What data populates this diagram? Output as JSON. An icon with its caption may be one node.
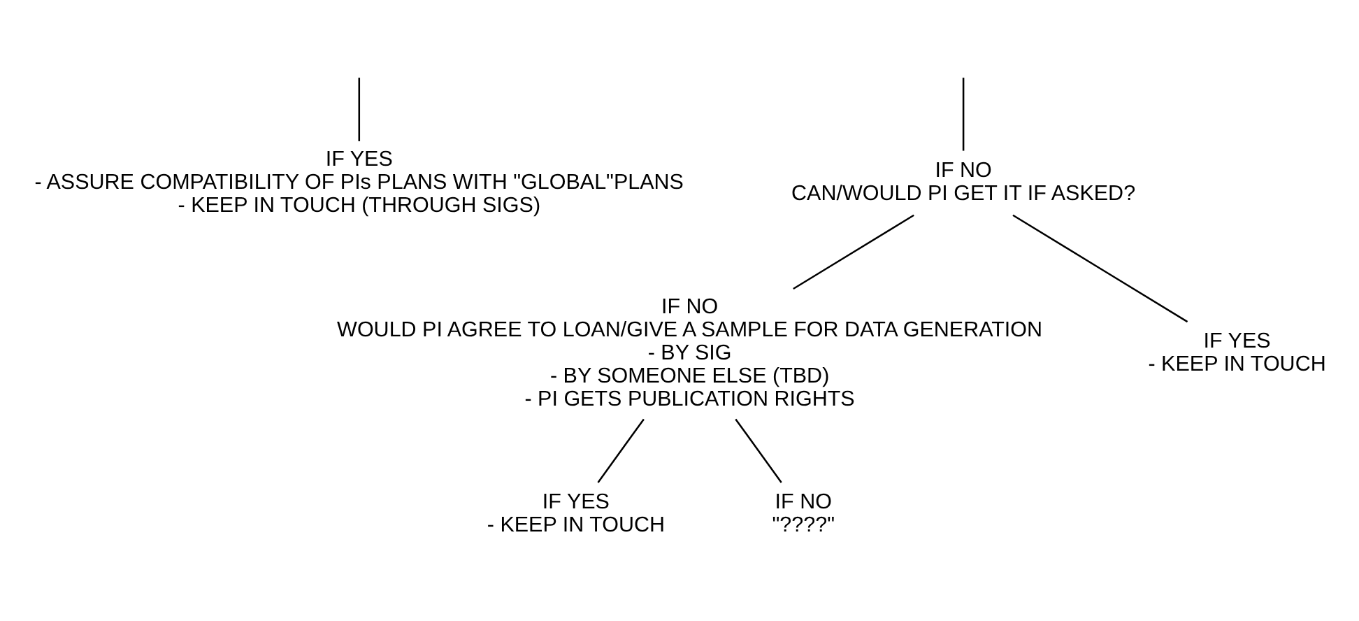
{
  "diagram": {
    "nodes": [
      {
        "text": [
          "IF YES",
          "- ASSURE COMPATIBILITY OF PIs PLANS WITH \"GLOBAL\"PLANS",
          "- KEEP IN TOUCH (THROUGH SIGS)"
        ]
      },
      {
        "text": [
          "IF NO",
          "CAN/WOULD PI GET IT IF ASKED?"
        ]
      },
      {
        "text": [
          "IF NO",
          "WOULD PI AGREE TO LOAN/GIVE A SAMPLE FOR DATA GENERATION",
          "- BY SIG",
          "- BY SOMEONE ELSE (TBD)",
          "- PI GETS PUBLICATION RIGHTS"
        ]
      },
      {
        "text": [
          "IF YES",
          "- KEEP IN TOUCH"
        ]
      },
      {
        "text": [
          "IF YES",
          "- KEEP IN TOUCH"
        ]
      },
      {
        "text": [
          "IF NO",
          "\"????\""
        ]
      }
    ],
    "edges": [
      {
        "from": null,
        "to": 0,
        "arrow": "none"
      },
      {
        "from": null,
        "to": 1,
        "arrow": "none"
      },
      {
        "from": 1,
        "to": 2,
        "arrow": "none"
      },
      {
        "from": 1,
        "to": 3,
        "arrow": "none"
      },
      {
        "from": 2,
        "to": 4,
        "arrow": "none"
      },
      {
        "from": 2,
        "to": 5,
        "arrow": "none"
      }
    ]
  }
}
